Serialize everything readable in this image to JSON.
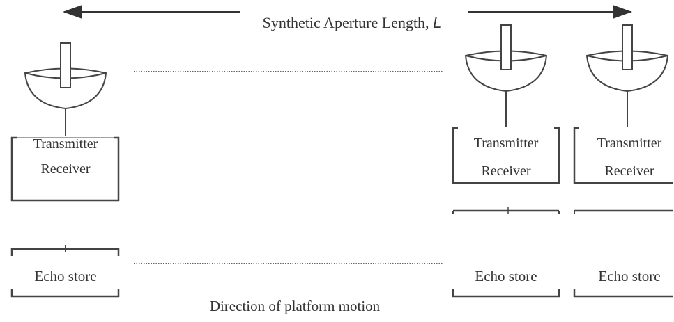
{
  "title": {
    "text": "Synthetic Aperture Length, ",
    "symbol": "L"
  },
  "units": [
    {
      "box_line1": "Transmitter",
      "box_line2": "Receiver",
      "store": "Echo store"
    },
    {
      "box_line1": "Transmitter",
      "box_line2": "Receiver",
      "store": "Echo store"
    },
    {
      "box_line1": "Transmitter",
      "box_line2": "Receiver",
      "store": "Echo store"
    }
  ],
  "caption": "Direction of platform motion",
  "colors": {
    "stroke": "#444444",
    "text": "#333333",
    "dots": "#666666"
  }
}
